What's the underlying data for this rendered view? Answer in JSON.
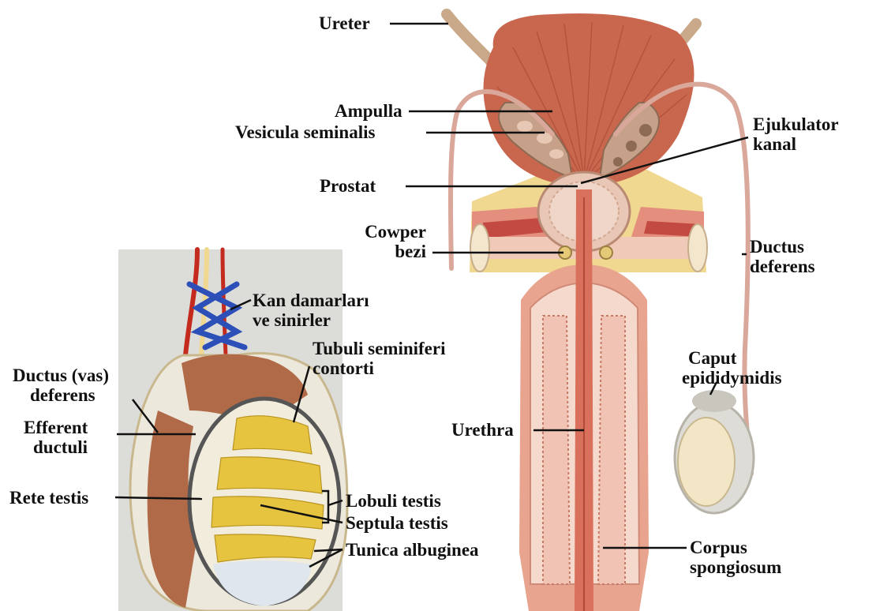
{
  "labels": {
    "ureter": "Ureter",
    "ampulla": "Ampulla",
    "vesicula": "Vesicula seminalis",
    "ejukulator_1": "Ejukulator",
    "ejukulator_2": "kanal",
    "prostat": "Prostat",
    "cowper_1": "Cowper",
    "cowper_2": "bezi",
    "ductus_def_1": "Ductus",
    "ductus_def_2": "deferens",
    "kan_1": "Kan damarları",
    "kan_2": "ve sinirler",
    "tubuli_1": "Tubuli seminiferi",
    "tubuli_2": "contorti",
    "ductus_vas_1": "Ductus (vas)",
    "ductus_vas_2": "deferens",
    "efferent_1": "Efferent",
    "efferent_2": "ductuli",
    "caput_1": "Caput",
    "caput_2": "epididymidis",
    "urethra": "Urethra",
    "rete": "Rete testis",
    "lobuli": "Lobuli testis",
    "septula": "Septula testis",
    "tunica": "Tunica albuginea",
    "corpus_1": "Corpus",
    "corpus_2": "spongiosum"
  },
  "colors": {
    "bladder": "#c9664e",
    "tissue_pink": "#e8a48e",
    "muscle_red": "#b94a3c",
    "tube_tan": "#c9a98a",
    "fat_yellow": "#f0d890",
    "gland_cream": "#f2e2c8",
    "epididymis_brown": "#b06a48",
    "tubule_yellow": "#e7c440",
    "vein_blue": "#2c4fb8",
    "artery_red": "#c42a1e",
    "inset_bg": "#dcdcd8",
    "leader_line": "#111111"
  }
}
